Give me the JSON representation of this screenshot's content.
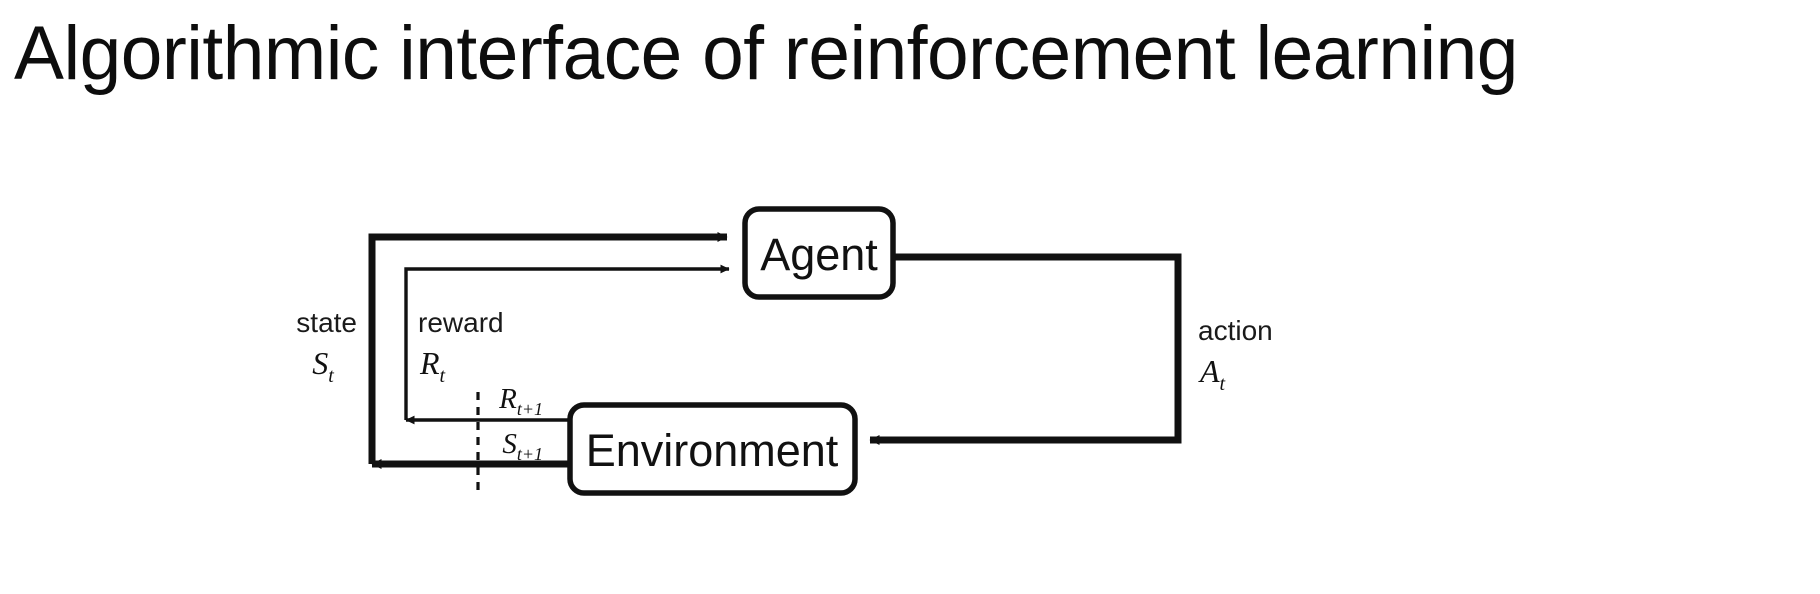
{
  "slide": {
    "title": "Algorithmic interface of reinforcement learning",
    "background_color": "#ffffff",
    "text_color": "#0d0d0d"
  },
  "diagram": {
    "name": "agent-environment-interaction-loop",
    "stroke_color": "#111111",
    "box_fill": "#ffffff",
    "nodes": [
      {
        "id": "agent",
        "label": "Agent"
      },
      {
        "id": "environment",
        "label": "Environment"
      }
    ],
    "edges": [
      {
        "id": "state-in",
        "word": "state",
        "symbol": "S",
        "subscript": "t",
        "from": "environment",
        "to": "agent",
        "weight": "thick"
      },
      {
        "id": "reward-in",
        "word": "reward",
        "symbol": "R",
        "subscript": "t",
        "from": "environment",
        "to": "agent",
        "weight": "thin"
      },
      {
        "id": "action-out",
        "word": "action",
        "symbol": "A",
        "subscript": "t",
        "from": "agent",
        "to": "environment",
        "weight": "thick"
      },
      {
        "id": "reward-next",
        "word": "",
        "symbol": "R",
        "subscript": "t+1",
        "from": "environment",
        "to": "reward-in",
        "weight": "thin"
      },
      {
        "id": "state-next",
        "word": "",
        "symbol": "S",
        "subscript": "t+1",
        "from": "environment",
        "to": "state-in",
        "weight": "thick"
      }
    ],
    "separator": {
      "id": "time-step-divider",
      "style": "dashed"
    }
  }
}
